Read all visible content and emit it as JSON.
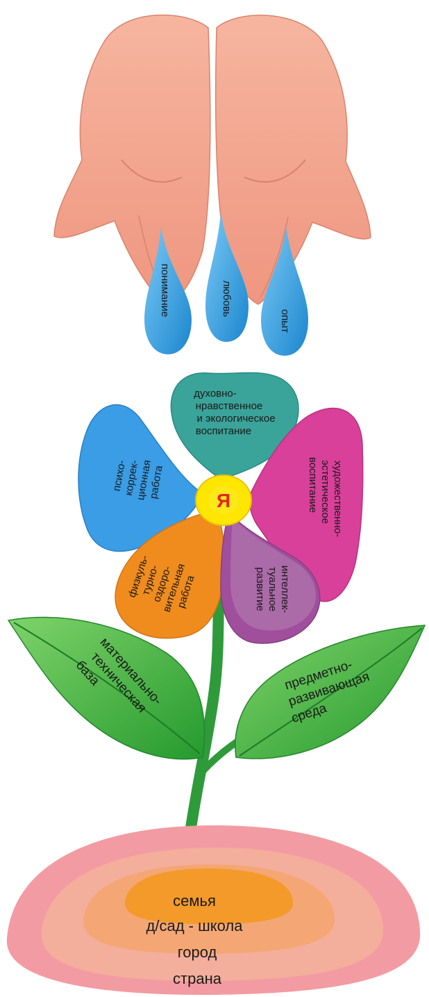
{
  "drops": [
    "понимание",
    "любовь",
    "опыт"
  ],
  "center": "Я",
  "petals": {
    "teal": [
      "духовно-",
      "нравственное",
      "и экологическое",
      "воспитание"
    ],
    "magenta": [
      "художественно-",
      "эстетическое",
      "воспитание"
    ],
    "blue": [
      "психо-",
      "коррек-",
      "ционная",
      "работа"
    ],
    "orange": [
      "физкуль-",
      "турно-",
      "оздоро-",
      "вительная",
      "работа"
    ],
    "purple": [
      "интеллек-",
      "туальное",
      "развитие"
    ]
  },
  "leaves": {
    "left": [
      "материально-",
      "техническая",
      "база"
    ],
    "right": [
      "предметно-",
      "развивающая",
      "среда"
    ]
  },
  "ground": [
    "семья",
    "д/сад - школа",
    "город",
    "страна"
  ],
  "colors": {
    "hands": "#f2a58c",
    "drop": "#2e9fe0",
    "teal_petal": "#3aa39a",
    "magenta_petal": "#d9409a",
    "blue_petal": "#3a9de6",
    "orange_petal": "#f08c1e",
    "purple_petal": "#a04f9c",
    "center": "#ffe600",
    "leaf": "#3fb23a",
    "stem": "#2f9a3a",
    "ground_outer": "#f3a3a8",
    "ground_inner": "#f39a2a"
  }
}
